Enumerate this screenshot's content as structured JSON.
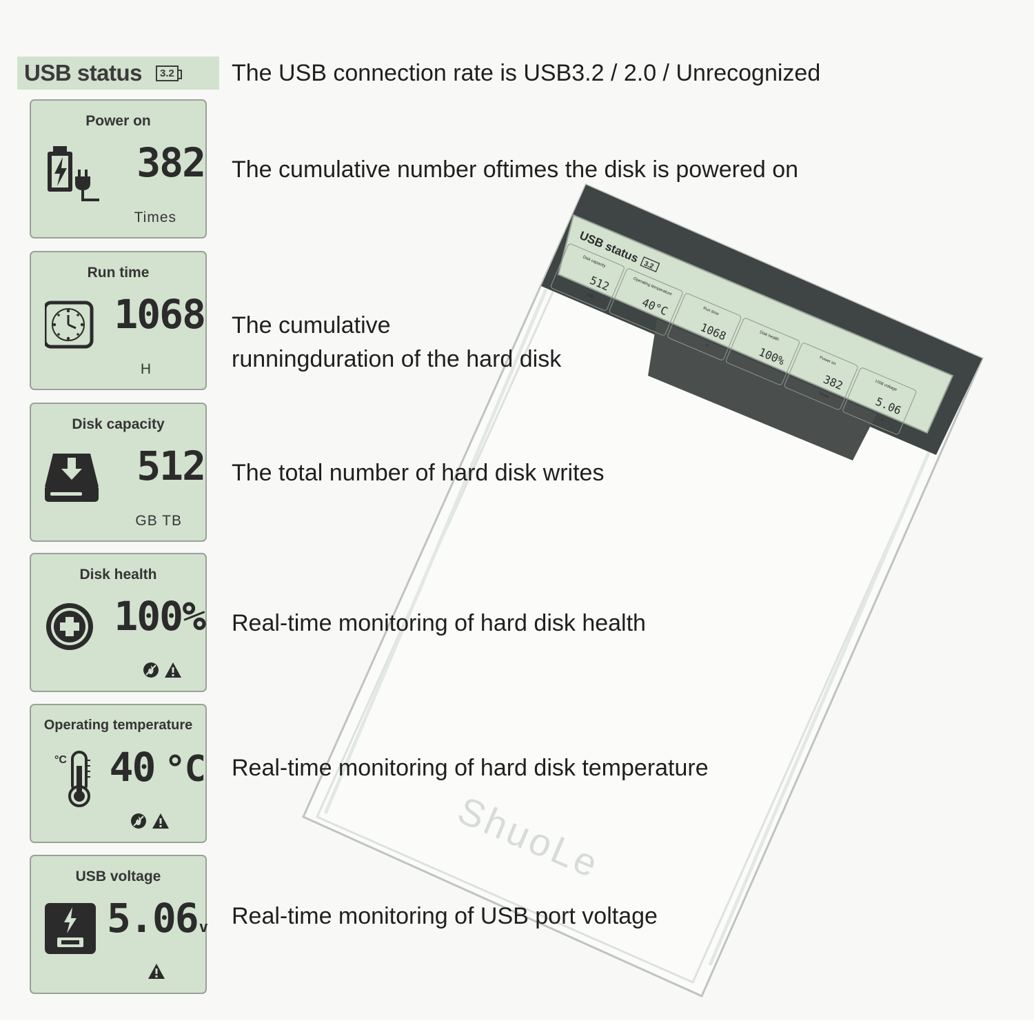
{
  "header": {
    "label": "USB status",
    "badge": "3.2",
    "description": "The USB connection rate is USB3.2 / 2.0 / Unrecognized"
  },
  "panels": [
    {
      "title": "Power on",
      "value": "382",
      "unit": "Times",
      "icon": "battery-plug-icon",
      "description": "The cumulative number oftimes the disk is powered on"
    },
    {
      "title": "Run time",
      "value": "1068",
      "unit": "H",
      "icon": "clock-icon",
      "description_line1": "The cumulative",
      "description_line2": "runningduration of the hard disk"
    },
    {
      "title": "Disk capacity",
      "value": "512",
      "unit": "GB TB",
      "icon": "hard-drive-download-icon",
      "description": "The total number of hard disk writes"
    },
    {
      "title": "Disk health",
      "value": "100%",
      "icon": "health-cross-icon",
      "status_icons": [
        "no-fire-icon",
        "warning-icon"
      ],
      "description": "Real-time monitoring of hard disk health"
    },
    {
      "title": "Operating temperature",
      "value": "40",
      "unit": "°C",
      "icon": "thermometer-icon",
      "status_icons": [
        "no-fire-icon",
        "warning-icon"
      ],
      "description": "Real-time monitoring of hard disk temperature"
    },
    {
      "title": "USB voltage",
      "value": "5.06",
      "unit": "v",
      "icon": "usb-charge-icon",
      "status_icons": [
        "warning-icon"
      ],
      "description": "Real-time monitoring of USB port voltage"
    }
  ],
  "device": {
    "brand": "ShuoLe",
    "screen": {
      "header": "USB status",
      "badge": "3.2",
      "cells": [
        {
          "title": "Disk capacity",
          "value": "512",
          "unit": "GB"
        },
        {
          "title": "Operating temperature",
          "value": "40°C"
        },
        {
          "title": "Run time",
          "value": "1068",
          "unit": "H"
        },
        {
          "title": "Disk health",
          "value": "100%"
        },
        {
          "title": "Power on",
          "value": "382",
          "unit": "Times"
        },
        {
          "title": "USB voltage",
          "value": "5.06",
          "unit": "v"
        }
      ]
    }
  },
  "colors": {
    "lcd": "#d3e1cf",
    "ink": "#2b2b2b",
    "background": "#f8f9f7",
    "enclosure_frame": "#3f4544"
  }
}
